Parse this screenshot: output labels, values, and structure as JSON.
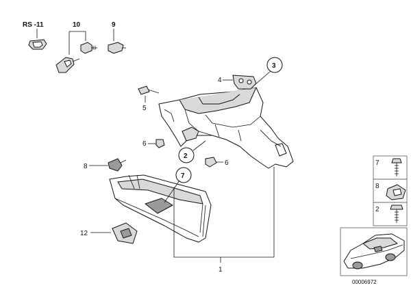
{
  "callouts": {
    "rs11": "RS -11",
    "p10": "10",
    "p9": "9",
    "p4": "4",
    "p3": "3",
    "p5": "5",
    "p6a": "6",
    "p2": "2",
    "p6b": "6",
    "p8": "8",
    "p7": "7",
    "p12": "12",
    "p1": "1"
  },
  "side_panel": {
    "items": [
      {
        "label": "7"
      },
      {
        "label": "8"
      },
      {
        "label": "2"
      }
    ]
  },
  "document_id": "00006972"
}
